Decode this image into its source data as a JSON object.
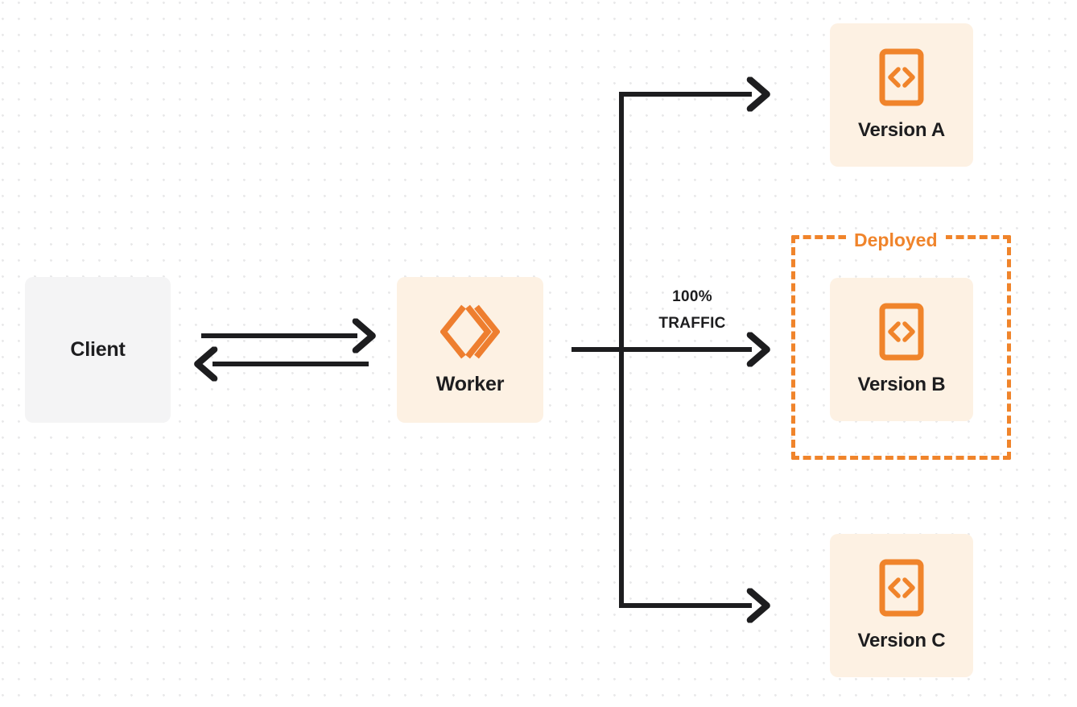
{
  "diagram": {
    "title": "Worker version traffic routing",
    "background": "#ffffff",
    "dot_grid_color": "#e9e9ea",
    "colors": {
      "accent_orange": "#f0842b",
      "node_cream": "#fdf1e3",
      "node_gray": "#f4f4f5",
      "edge_dark": "#1d1d1f",
      "text_dark": "#1d1d1f"
    }
  },
  "nodes": {
    "client": {
      "label": "Client",
      "fill": "#f4f4f5"
    },
    "worker": {
      "label": "Worker",
      "icon": "cloudflare-workers-logo",
      "fill": "#fdf1e3"
    },
    "versions": [
      {
        "id": "version-a",
        "label": "Version A",
        "icon": "code-file-icon",
        "fill": "#fdf1e3"
      },
      {
        "id": "version-b",
        "label": "Version B",
        "icon": "code-file-icon",
        "fill": "#fdf1e3"
      },
      {
        "id": "version-c",
        "label": "Version C",
        "icon": "code-file-icon",
        "fill": "#fdf1e3"
      }
    ]
  },
  "groups": {
    "deployed": {
      "label": "Deployed",
      "border_style": "dashed",
      "border_color": "#f0842b",
      "contains": "version-b"
    }
  },
  "edges": {
    "client_to_worker": {
      "label": "",
      "direction": "right"
    },
    "worker_to_client": {
      "label": "",
      "direction": "left"
    },
    "traffic": {
      "percent": "100%",
      "unit": "TRAFFIC",
      "target": "version-b"
    }
  }
}
